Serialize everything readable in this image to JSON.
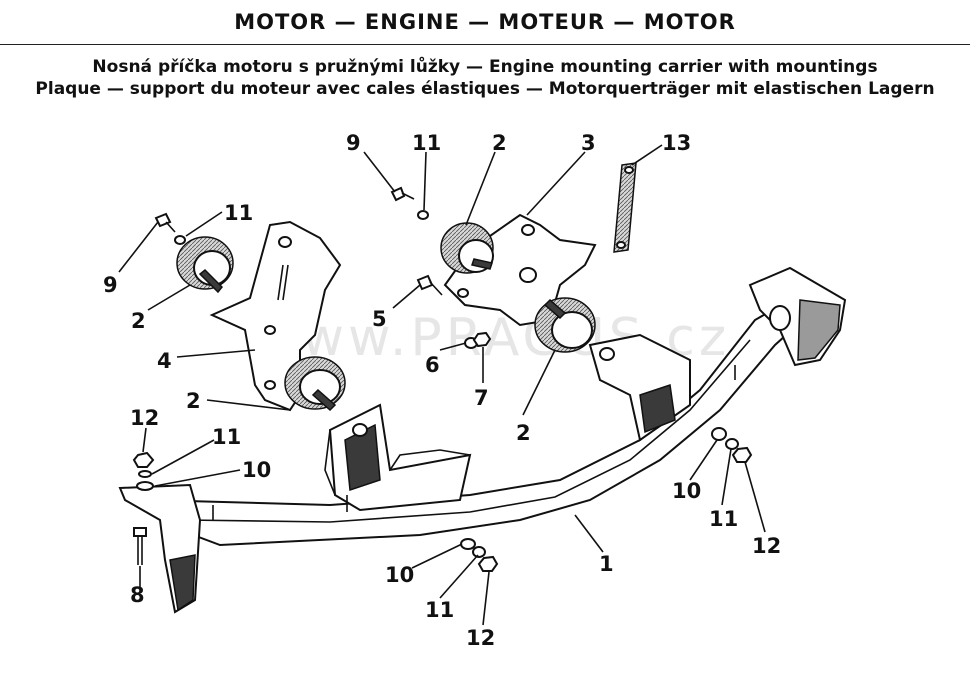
{
  "header": {
    "title": "MOTOR — ENGINE — MOTEUR — MOTOR",
    "subtitle_line1": "Nosná příčka motoru s pružnými lůžky — Engine mounting carrier with mountings",
    "subtitle_line2": "Plaque — support du moteur avec cales élastiques — Motorquerträger mit elastischen Lagern"
  },
  "watermark": "www.PRAGUS.cz",
  "callouts": {
    "c9a": "9",
    "c11a": "11",
    "c2a": "2",
    "c3": "3",
    "c13": "13",
    "c11b": "11",
    "c9b": "9",
    "c2b": "2",
    "c4": "4",
    "c5": "5",
    "c6": "6",
    "c7": "7",
    "c2c": "2",
    "c2d": "2",
    "c12a": "12",
    "c11c": "11",
    "c10a": "10",
    "c8": "8",
    "c10b": "10",
    "c11d": "11",
    "c12b": "12",
    "c10c": "10",
    "c11e": "11",
    "c12c": "12",
    "c1": "1"
  }
}
